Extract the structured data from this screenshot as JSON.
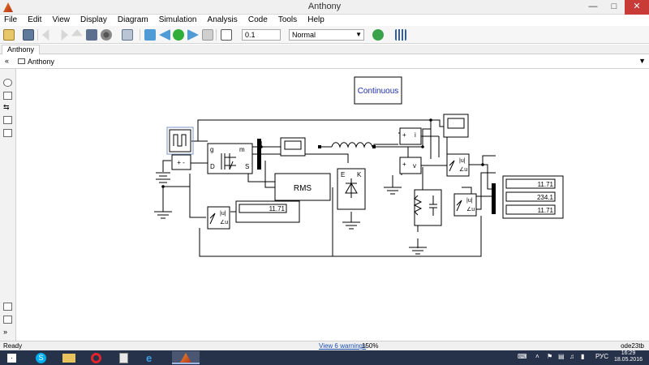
{
  "window": {
    "title": "Anthony"
  },
  "menu": [
    "File",
    "Edit",
    "View",
    "Display",
    "Diagram",
    "Simulation",
    "Analysis",
    "Code",
    "Tools",
    "Help"
  ],
  "toolbar": {
    "stop_time": "0.1",
    "sim_mode": "Normal"
  },
  "tab": {
    "label": "Anthony"
  },
  "breadcrumb": {
    "label": "Anthony"
  },
  "diagram": {
    "powergui_label": "Continuous",
    "rms_label": "RMS",
    "mosfet_ports": {
      "g": "g",
      "m": "m",
      "d": "D",
      "s": "S"
    },
    "diode_ports": {
      "e": "E",
      "k": "K"
    },
    "display_small": "11.71",
    "display_multi": [
      "11.71",
      "234.1",
      "11.71"
    ],
    "abs_label": "|u|",
    "mag_label": "∠u",
    "sum_signs": "+ -",
    "i_label": "i",
    "v_label": "v"
  },
  "status": {
    "ready": "Ready",
    "warnings": "View 6 warnings",
    "zoom": "150%",
    "solver": "ode23tb"
  },
  "taskbar": {
    "lang": "РУС",
    "time": "16:29",
    "date": "18.05.2016"
  },
  "colors": {
    "title_bg": "#f0f0f0",
    "taskbar": "#26314a",
    "close_button": "#c83b37",
    "link": "#1a4fb0",
    "powergui_text": "#1b2fa8"
  }
}
